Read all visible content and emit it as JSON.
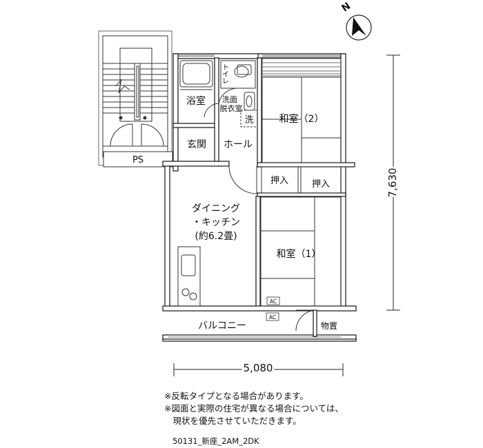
{
  "compass": {
    "letter": "N"
  },
  "rooms": {
    "stairs_ps": "PS",
    "bath": "浴室",
    "toilet": "トイレ",
    "washroom_line1": "洗面",
    "washroom_line2": "脱衣室",
    "washer": "洗",
    "entrance": "玄関",
    "hall": "ホール",
    "washitsu2": "和室（2）",
    "closet_left": "押入",
    "closet_right": "押入",
    "dk_line1": "ダイニング",
    "dk_line2": "・キッチン",
    "dk_line3": "(約6.2畳)",
    "washitsu1": "和室（1）",
    "ac1": "AC",
    "ac2": "AC",
    "balcony": "バルコニー",
    "storage": "物置"
  },
  "dimensions": {
    "width": "5,080",
    "height": "7,630"
  },
  "notes": [
    "※反転タイプとなる場合があります。",
    "※図面と実際の住宅が異なる場合については、",
    "　現状を優先させていただきます。"
  ],
  "plan_code": "50131_新座_2AM_2DK"
}
